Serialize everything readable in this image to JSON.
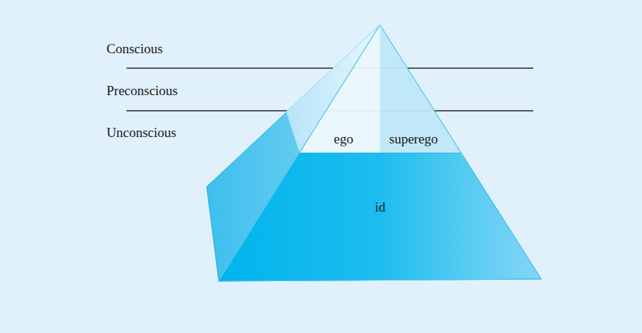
{
  "diagram": {
    "nodes": [
      {
        "text": [
          "ego"
        ]
      },
      {
        "text": [
          "superego"
        ]
      },
      {
        "text": [
          "id"
        ]
      }
    ],
    "labels": [
      "Conscious",
      "Preconscious",
      "Unconscious"
    ]
  }
}
